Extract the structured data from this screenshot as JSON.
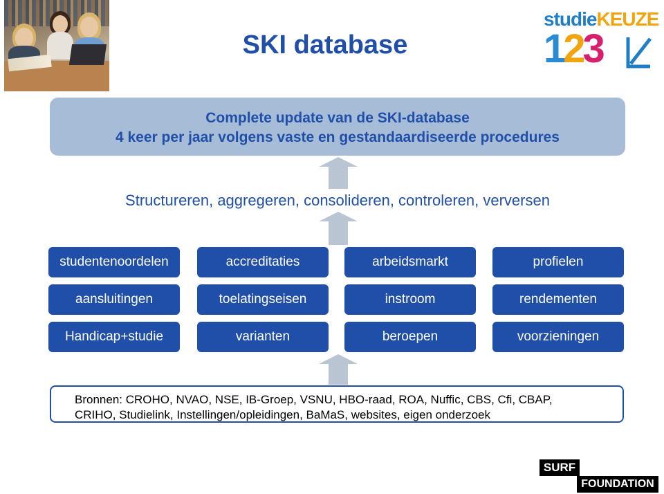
{
  "title": "SKI database",
  "logo": {
    "word_a": "studie",
    "word_b": "KEUZE",
    "d1": "1",
    "d2": "2",
    "d3": "3"
  },
  "top_box": {
    "line1": "Complete update van de SKI-database",
    "line2": "4 keer per jaar volgens vaste en gestandaardiseerde procedures"
  },
  "process": "Structureren, aggregeren, consolideren, controleren, verversen",
  "grid": [
    [
      "studentenoordelen",
      "accreditaties",
      "arbeidsmarkt",
      "profielen"
    ],
    [
      "aansluitingen",
      "toelatingseisen",
      "instroom",
      "rendementen"
    ],
    [
      "Handicap+studie",
      "varianten",
      "beroepen",
      "voorzieningen"
    ]
  ],
  "sources": {
    "line1": "Bronnen: CROHO, NVAO, NSE, IB-Groep, VSNU, HBO-raad, ROA, Nuffic, CBS, Cfi, CBAP,",
    "line2": "CRIHO, Studielink, Instellingen/opleidingen, BaMaS, websites, eigen onderzoek"
  },
  "surf_logo": {
    "top": "SURF",
    "bottom": "FOUNDATION"
  },
  "colors": {
    "primary_blue": "#1f4fa8",
    "light_blue": "#a7bdd7",
    "arrow_grey": "#b9c5d3"
  }
}
